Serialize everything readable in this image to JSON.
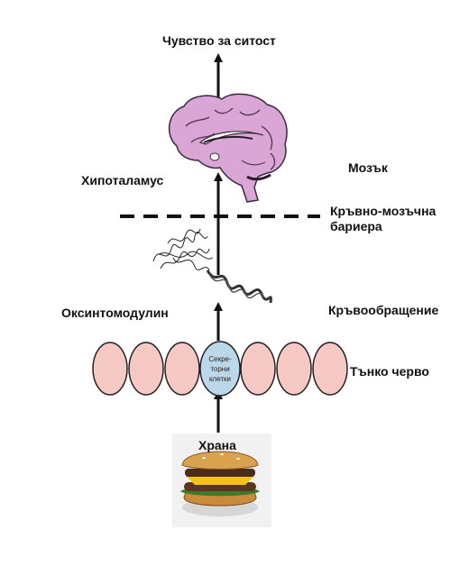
{
  "labels": {
    "satiety": "Чувство за ситост",
    "brain": "Мозък",
    "hypothalamus": "Хипоталамус",
    "bbb_line1": "Кръвно-мозъчна",
    "bbb_line2": "бариера",
    "oxyntomodulin": "Оксинтомодулин",
    "circulation": "Кръвообращение",
    "small_intestine": "Тънко черво",
    "food": "Храна"
  },
  "secretory_cell": {
    "line1": "Секре-",
    "line2": "торни",
    "line3": "клетки"
  },
  "colors": {
    "brain": "#d9a6d6",
    "brain_outline": "#3a2a3a",
    "intestine_cell": "#f7c9c4",
    "secretory_cell": "#bcd6ea",
    "arrow": "#111111"
  },
  "icons": [
    "brain-illustration",
    "peptide-chain-illustration",
    "hamburger-illustration"
  ]
}
